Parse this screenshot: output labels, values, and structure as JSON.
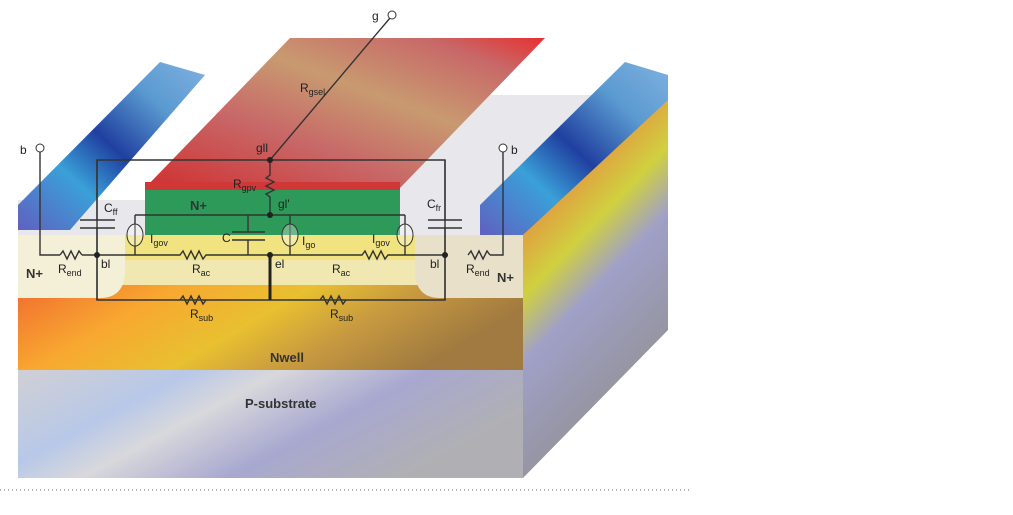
{
  "terminals": {
    "gate": "g",
    "body_left": "b",
    "body_right": "b"
  },
  "regions": {
    "nplus_gate": "N+",
    "nplus_left": "N+",
    "nplus_right": "N+",
    "nwell": "Nwell",
    "substrate": "P-substrate"
  },
  "nodes": {
    "gll": "gll",
    "gl": "gl'",
    "bl_left": "bl",
    "bl_right": "bl",
    "el": "el"
  },
  "components": {
    "rgsel": {
      "main": "R",
      "sub": "gsel"
    },
    "rgpv": {
      "main": "R",
      "sub": "gpv"
    },
    "cff_left": {
      "main": "C",
      "sub": "ff"
    },
    "cff_right": {
      "main": "C",
      "sub": "fr"
    },
    "igov_left": {
      "main": "I",
      "sub": "gov"
    },
    "igo": {
      "main": "I",
      "sub": "go"
    },
    "igov_right": {
      "main": "I",
      "sub": "gov"
    },
    "c": "C",
    "rac_left": {
      "main": "R",
      "sub": "ac"
    },
    "rac_right": {
      "main": "R",
      "sub": "ac"
    },
    "rend_left": {
      "main": "R",
      "sub": "end"
    },
    "rend_right": {
      "main": "R",
      "sub": "end"
    },
    "rsub_left": {
      "main": "R",
      "sub": "sub"
    },
    "rsub_right": {
      "main": "R",
      "sub": "sub"
    }
  },
  "colors": {
    "substrate": "#c8c8cc",
    "nwell": "#f2a030",
    "gate_top": "#c86060",
    "gate_nplus": "#2e9a5a",
    "fin": "#4a8ac8"
  }
}
